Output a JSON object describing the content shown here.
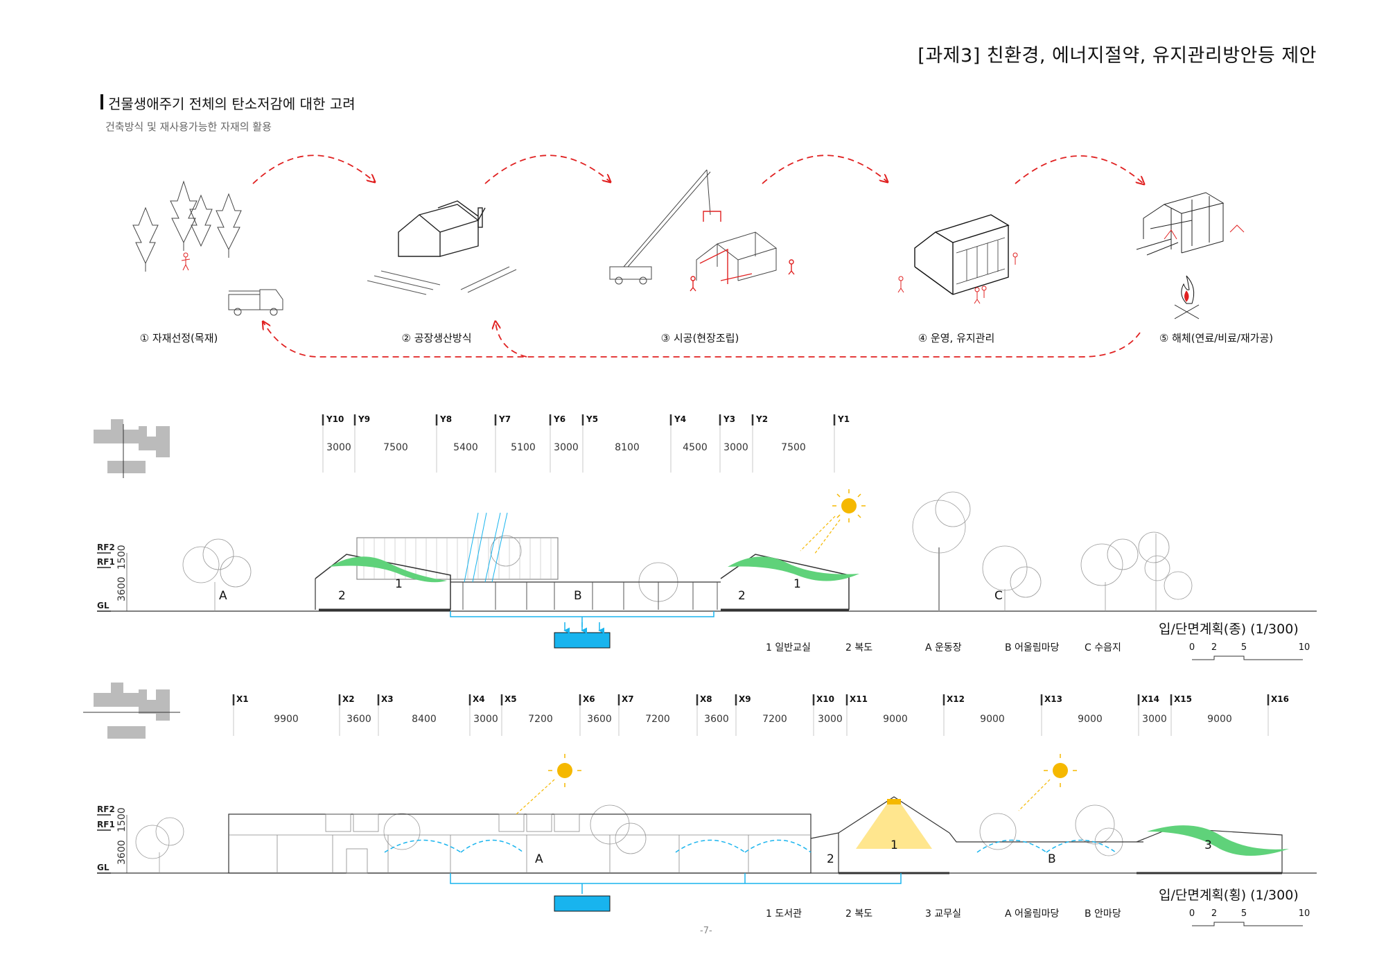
{
  "header": {
    "page_title": "[과제3]  친환경, 에너지절약, 유지관리방안등 제안",
    "section_title": "건물생애주기 전체의 탄소저감에 대한 고려",
    "section_subtitle": "건축방식 및 재사용가능한 자재의 활용"
  },
  "lifecycle": {
    "steps": [
      {
        "label": "① 자재선정(목재)",
        "icon": "forest-truck-icon"
      },
      {
        "label": "② 공장생산방식",
        "icon": "factory-icon"
      },
      {
        "label": "③ 시공(현장조립)",
        "icon": "crane-assembly-icon"
      },
      {
        "label": "④ 운영, 유지관리",
        "icon": "building-operation-icon"
      },
      {
        "label": "⑤ 해체(연료/비료/재가공)",
        "icon": "dismantle-fire-icon"
      }
    ],
    "arrow_color": "#e02020"
  },
  "section_long": {
    "grid_labels": [
      "Y10",
      "Y9",
      "Y8",
      "Y7",
      "Y6",
      "Y5",
      "Y4",
      "Y3",
      "Y2",
      "Y1"
    ],
    "dimensions": [
      "3000",
      "7500",
      "5400",
      "5100",
      "3000",
      "8100",
      "4500",
      "3000",
      "7500"
    ],
    "levels": [
      "RF2",
      "RF1",
      "GL"
    ],
    "height_dims": [
      "3600",
      "1500"
    ],
    "space_numbers": [
      "2",
      "1",
      "B",
      "2",
      "1",
      "A",
      "C"
    ],
    "caption": "입/단면계획(종) (1/300)",
    "legend": [
      "1  일반교실",
      "2  복도",
      "A  운동장",
      "B  어울림마당",
      "C  수음지"
    ],
    "scale": [
      "0",
      "2",
      "5",
      "10"
    ]
  },
  "section_cross": {
    "grid_labels": [
      "X1",
      "X2",
      "X3",
      "X4",
      "X5",
      "X6",
      "X7",
      "X8",
      "X9",
      "X10",
      "X11",
      "X12",
      "X13",
      "X14",
      "X15",
      "X16"
    ],
    "dimensions": [
      "9900",
      "3600",
      "8400",
      "3000",
      "7200",
      "3600",
      "7200",
      "3600",
      "7200",
      "3000",
      "9000",
      "9000",
      "9000",
      "3000",
      "9000"
    ],
    "levels": [
      "RF2",
      "RF1",
      "GL"
    ],
    "height_dims": [
      "3600",
      "1500"
    ],
    "space_numbers": [
      "A",
      "2",
      "1",
      "B",
      "3"
    ],
    "caption": "입/단면계획(횡) (1/300)",
    "legend": [
      "1  도서관",
      "2  복도",
      "3  교무실",
      "A  어울림마당",
      "B  안마당"
    ],
    "scale": [
      "0",
      "2",
      "5",
      "10"
    ]
  },
  "colors": {
    "accent_red": "#e02020",
    "water_blue": "#18b4ee",
    "green_air": "#5fd27a",
    "sun": "#f5b800"
  },
  "footer": {
    "page_number": "-7-"
  }
}
